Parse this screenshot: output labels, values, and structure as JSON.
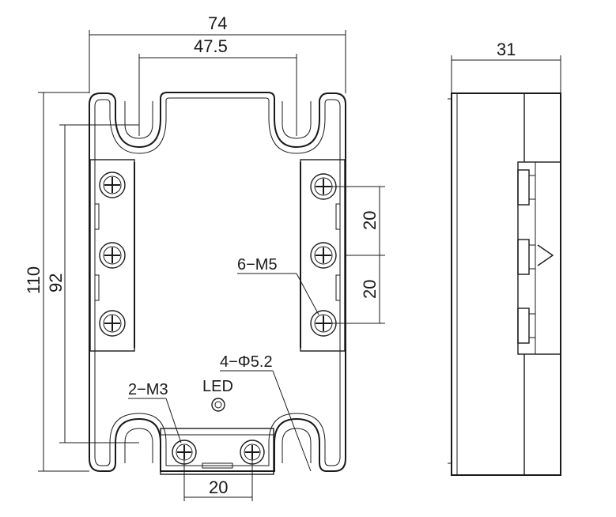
{
  "dimensions": {
    "overall_width": "74",
    "mount_hole_spacing": "47.5",
    "side_depth": "31",
    "overall_height": "110",
    "mount_hole_vertical": "92",
    "screw_pitch_upper": "20",
    "screw_pitch_lower": "20",
    "control_terminal_spacing": "20"
  },
  "labels": {
    "power_screws": "6−M5",
    "mount_holes": "4−Φ5.2",
    "control_screws": "2−M3",
    "led": "LED"
  }
}
